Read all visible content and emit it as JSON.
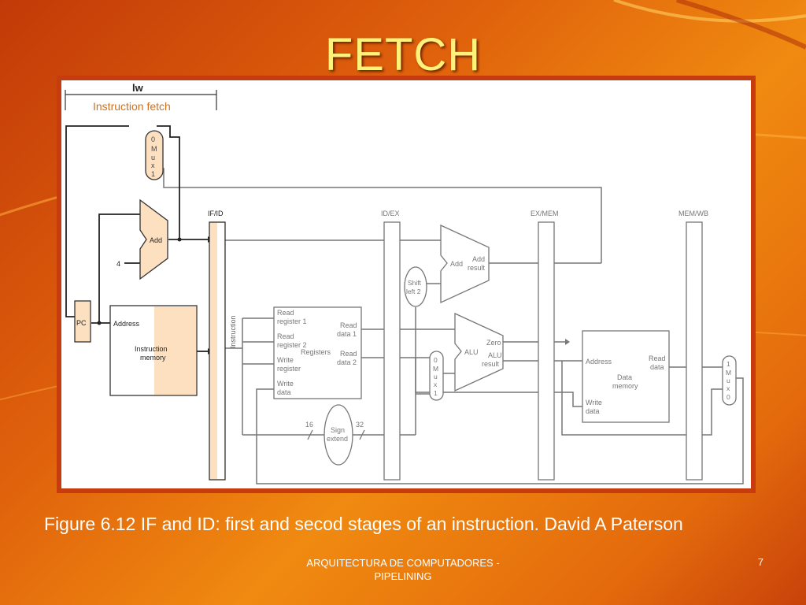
{
  "slide": {
    "title": "FETCH",
    "caption": "Figure 6.12 IF and ID: first and secod stages of an instruction. David A Paterson",
    "footer": "ARQUITECTURA DE COMPUTADORES - PIPELINING",
    "page_number": "7"
  },
  "diagram": {
    "instruction": "lw",
    "stage": "Instruction fetch",
    "pipeline_registers": [
      "IF/ID",
      "ID/EX",
      "EX/MEM",
      "MEM/WB"
    ],
    "pc_label": "PC",
    "constant_four": "4",
    "pc_adder_label": "Add",
    "mux_top": [
      "0",
      "M",
      "u",
      "x",
      "1"
    ],
    "mux_alu": [
      "0",
      "M",
      "u",
      "x",
      "1"
    ],
    "mux_wb": [
      "1",
      "M",
      "u",
      "x",
      "0"
    ],
    "instruction_memory": {
      "address": "Address",
      "name_line1": "Instruction",
      "name_line2": "memory"
    },
    "instruction_bus_label": "Instruction",
    "registers": {
      "read_reg1_l1": "Read",
      "read_reg1_l2": "register 1",
      "read_reg2_l1": "Read",
      "read_reg2_l2": "register 2",
      "write_reg_l1": "Write",
      "write_reg_l2": "register",
      "write_data_l1": "Write",
      "write_data_l2": "data",
      "read_data1_l1": "Read",
      "read_data1_l2": "data 1",
      "read_data2_l1": "Read",
      "read_data2_l2": "data 2",
      "name": "Registers"
    },
    "shift_left": {
      "line1": "Shift",
      "line2": "left 2"
    },
    "branch_adder": {
      "add": "Add",
      "result_l1": "Add",
      "result_l2": "result"
    },
    "alu": {
      "name": "ALU",
      "zero": "Zero",
      "result_l1": "ALU",
      "result_l2": "result"
    },
    "sign_extend": {
      "line1": "Sign",
      "line2": "extend",
      "in_bits": "16",
      "out_bits": "32"
    },
    "data_memory": {
      "address": "Address",
      "read_l1": "Read",
      "read_l2": "data",
      "write_l1": "Write",
      "write_l2": "data",
      "name_l1": "Data",
      "name_l2": "memory"
    },
    "colors": {
      "highlight": "#fde0c0",
      "highlight_stroke": "#8a5a2a",
      "wire": "#555555",
      "frame": "#c63c0e"
    }
  }
}
